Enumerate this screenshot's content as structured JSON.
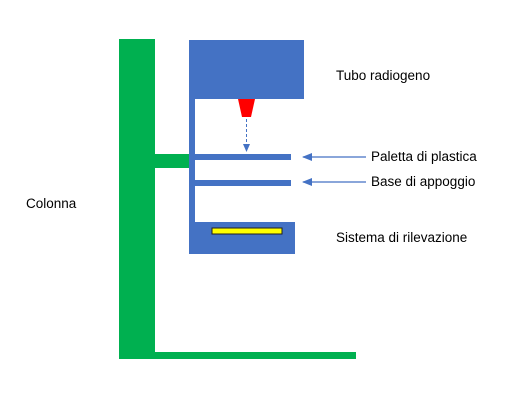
{
  "labels": {
    "tube": "Tubo radiogeno",
    "paddle": "Paletta di plastica",
    "support": "Base di appoggio",
    "column": "Colonna",
    "detector": "Sistema di rilevazione"
  },
  "colors": {
    "column": "#00b050",
    "equipment": "#4472c4",
    "beam_source": "#ff0000",
    "detector_plate": "#ffff00",
    "text": "#000000"
  }
}
